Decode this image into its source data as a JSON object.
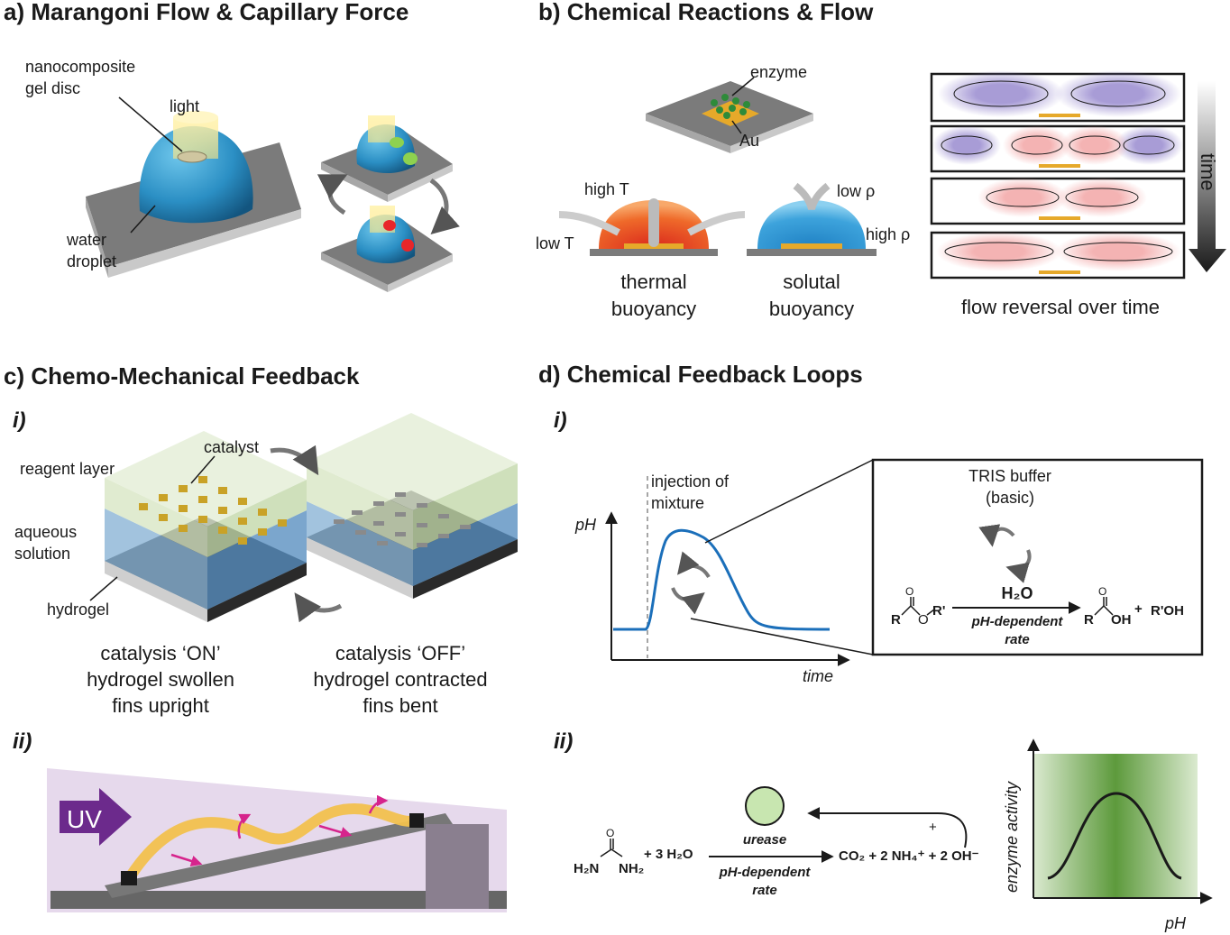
{
  "panel_a": {
    "title": "a) Marangoni Flow & Capillary Force",
    "label_disc_1": "nanocomposite",
    "label_disc_2": "gel disc",
    "label_light": "light",
    "label_droplet_1": "water",
    "label_droplet_2": "droplet"
  },
  "panel_b": {
    "title": "b) Chemical Reactions & Flow",
    "label_enzyme": "enzyme",
    "label_au": "Au",
    "label_high_t": "high T",
    "label_low_t": "low T",
    "label_low_rho": "low ρ",
    "label_high_rho": "high ρ",
    "caption_thermal_1": "thermal",
    "caption_thermal_2": "buoyancy",
    "caption_solutal_1": "solutal",
    "caption_solutal_2": "buoyancy",
    "label_time": "time",
    "caption_flow": "flow reversal over time",
    "colors": {
      "purple": "#8b7bc9",
      "pink": "#f19a9a"
    }
  },
  "panel_c": {
    "title": "c) Chemo-Mechanical Feedback",
    "sub_i": "i)",
    "sub_ii": "ii)",
    "label_catalyst": "catalyst",
    "label_reagent": "reagent layer",
    "label_aqueous_1": "aqueous",
    "label_aqueous_2": "solution",
    "label_hydrogel": "hydrogel",
    "caption_on_1": "catalysis ‘ON’",
    "caption_on_2": "hydrogel swollen",
    "caption_on_3": "fins upright",
    "caption_off_1": "catalysis ‘OFF’",
    "caption_off_2": "hydrogel contracted",
    "caption_off_3": "fins bent",
    "label_uv": "UV"
  },
  "panel_d": {
    "title": "d) Chemical Feedback Loops",
    "sub_i": "i)",
    "sub_ii": "ii)",
    "label_injection_1": "injection of",
    "label_injection_2": "mixture",
    "axis_ph": "pH",
    "axis_time": "time",
    "label_tris_1": "TRIS buffer",
    "label_tris_2": "(basic)",
    "label_h2o": "H₂O",
    "label_rate_1": "pH-dependent",
    "label_rate_2": "rate",
    "label_r": "R",
    "label_o": "O",
    "label_rprime": "R'",
    "label_oh": "OH",
    "label_plus": "+",
    "label_rprime_oh": "R'OH",
    "label_urea_left": "H₂N",
    "label_urea_right": "NH₂",
    "label_water": "+ 3 H₂O",
    "label_urease": "urease",
    "label_products": "CO₂ +  2 NH₄⁺ + 2 OH⁻",
    "axis_enzyme": "enzyme activity",
    "axis_ph2": "pH"
  }
}
